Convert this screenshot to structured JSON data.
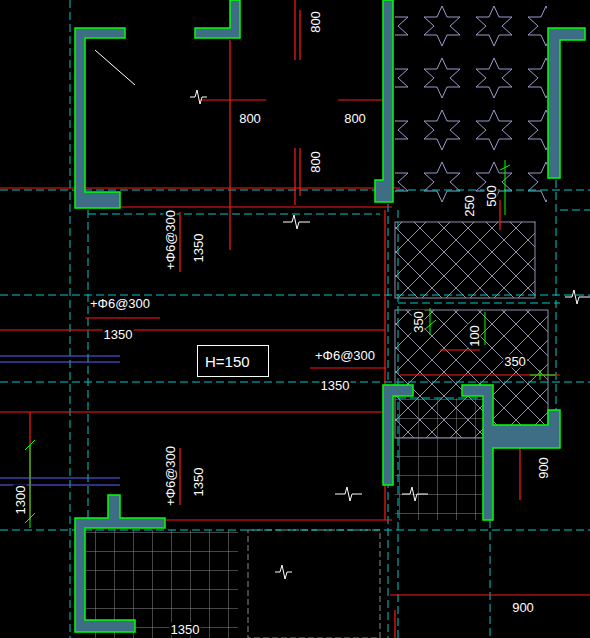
{
  "diagram": {
    "nodes": [
      {
        "text": [
          "H=150"
        ]
      }
    ],
    "labels": [
      "800",
      "800",
      "800",
      "800",
      "500",
      "250",
      "+Φ6@300",
      "1350",
      "+Φ6@300",
      "1350",
      "350",
      "100",
      "+Φ6@300",
      "1350",
      "350",
      "900",
      "+Φ6@300",
      "1350",
      "1300",
      "900",
      "1350"
    ]
  }
}
